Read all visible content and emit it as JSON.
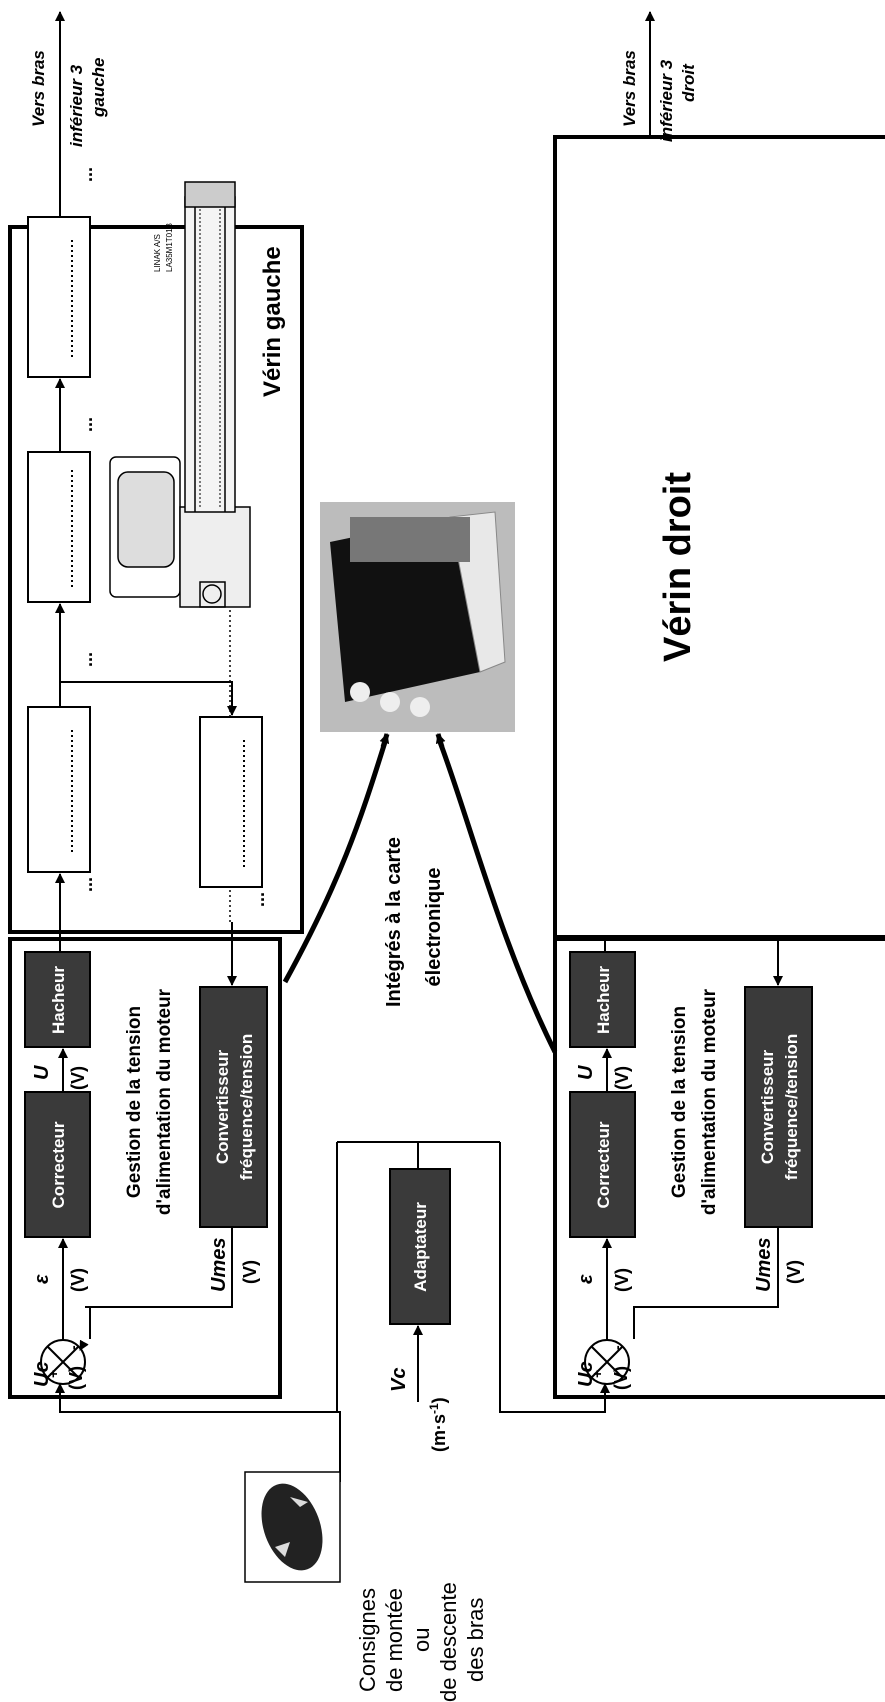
{
  "top_left": {
    "line1": "Vers bras",
    "line2": "inférieur 3",
    "line3": "gauche"
  },
  "top_right": {
    "line1": "Vers bras",
    "line2": "inférieur 3",
    "line3": "droit"
  },
  "verin_gauche": "Vérin gauche",
  "verin_droit": "Vérin droit",
  "dots": "...",
  "blocks": {
    "hacheur": "Hacheur",
    "correcteur": "Correcteur",
    "convertisseur_l1": "Convertisseur",
    "convertisseur_l2": "fréquence/tension",
    "adaptateur": "Adaptateur"
  },
  "gestion": {
    "line1": "Gestion de la tension",
    "line2": "d'alimentation du moteur"
  },
  "signals": {
    "u": "U",
    "volt": "(V)",
    "eps": "ε",
    "uc": "Uc",
    "umes": "Umes",
    "vc": "Vc",
    "vc_unit_a": "(m·s",
    "vc_unit_exp": "-1",
    "vc_unit_b": ")",
    "plus": "+",
    "minus": "-"
  },
  "integres": {
    "line1": "Intégrés à la carte",
    "line2": "électronique"
  },
  "consignes": {
    "line1": "Consignes",
    "line2": "de montée",
    "line3": "ou",
    "line4": "de descente",
    "line5": "des bras"
  },
  "actuator_mark": {
    "line1": "LINAK A/S",
    "line2": "LA35M1T01B"
  }
}
